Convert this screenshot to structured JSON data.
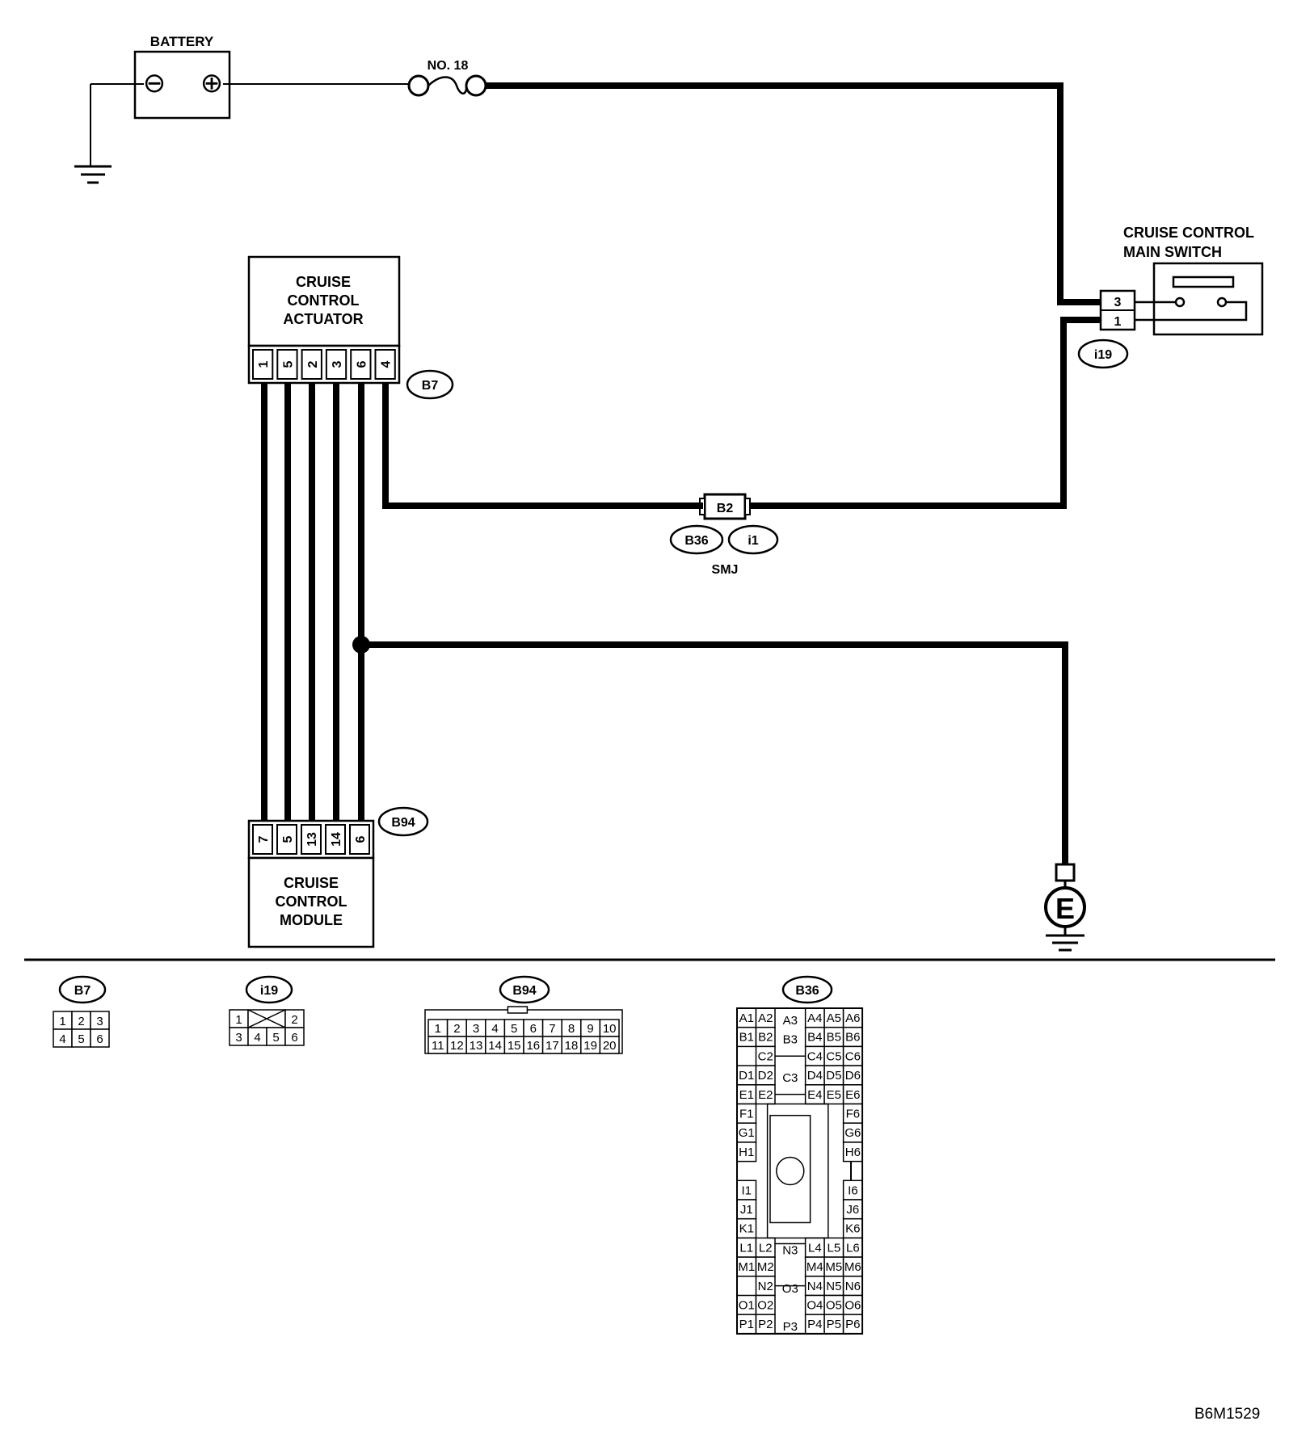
{
  "labels": {
    "battery": "BATTERY",
    "fuse": "NO. 18",
    "switch_line1": "CRUISE CONTROL",
    "switch_line2": "MAIN SWITCH",
    "actuator_line1": "CRUISE",
    "actuator_line2": "CONTROL",
    "actuator_line3": "ACTUATOR",
    "module_line1": "CRUISE",
    "module_line2": "CONTROL",
    "module_line3": "MODULE",
    "smj": "SMJ",
    "ground": "E",
    "battery_neg": "⊖",
    "battery_pos": "⊕"
  },
  "connectors": {
    "b7": "B7",
    "i19": "i19",
    "b94": "B94",
    "b36": "B36",
    "i1": "i1",
    "b2": "B2"
  },
  "actuator_pins": [
    "1",
    "5",
    "2",
    "3",
    "6",
    "4"
  ],
  "module_pins": [
    "7",
    "5",
    "13",
    "14",
    "6"
  ],
  "switch_pins": [
    "3",
    "1"
  ],
  "b7_face": {
    "top": [
      "1",
      "2",
      "3"
    ],
    "bottom": [
      "4",
      "5",
      "6"
    ]
  },
  "i19_face": {
    "top": [
      "1",
      "2"
    ],
    "bottom": [
      "3",
      "4",
      "5",
      "6"
    ]
  },
  "b94_face": {
    "top": [
      "1",
      "2",
      "3",
      "4",
      "5",
      "6",
      "7",
      "8",
      "9",
      "10"
    ],
    "bottom": [
      "11",
      "12",
      "13",
      "14",
      "15",
      "16",
      "17",
      "18",
      "19",
      "20"
    ]
  },
  "b36_face": {
    "rows": [
      {
        "left": [
          "A1",
          "A2"
        ],
        "mid": "A3",
        "right": [
          "A4",
          "A5",
          "A6"
        ]
      },
      {
        "left": [
          "B1",
          "B2"
        ],
        "mid": "B3",
        "right": [
          "B4",
          "B5",
          "B6"
        ]
      },
      {
        "left": [
          "",
          "C2"
        ],
        "mid": "",
        "right": [
          "C4",
          "C5",
          "C6"
        ]
      },
      {
        "left": [
          "D1",
          "D2"
        ],
        "mid": "C3",
        "right": [
          "D4",
          "D5",
          "D6"
        ]
      },
      {
        "left": [
          "E1",
          "E2"
        ],
        "mid": "",
        "right": [
          "E4",
          "E5",
          "E6"
        ]
      },
      {
        "left": [
          "F1"
        ],
        "mid": "",
        "right": [
          "F6"
        ]
      },
      {
        "left": [
          "G1"
        ],
        "mid": "",
        "right": [
          "G6"
        ]
      },
      {
        "left": [
          "H1"
        ],
        "mid": "",
        "right": [
          "H6"
        ]
      },
      {
        "left": [],
        "mid": "",
        "right": []
      },
      {
        "left": [
          "I1"
        ],
        "mid": "",
        "right": [
          "I6"
        ]
      },
      {
        "left": [
          "J1"
        ],
        "mid": "",
        "right": [
          "J6"
        ]
      },
      {
        "left": [
          "K1"
        ],
        "mid": "",
        "right": [
          "K6"
        ]
      },
      {
        "left": [
          "L1",
          "L2"
        ],
        "mid": "N3",
        "right": [
          "L4",
          "L5",
          "L6"
        ]
      },
      {
        "left": [
          "M1",
          "M2"
        ],
        "mid": "",
        "right": [
          "M4",
          "M5",
          "M6"
        ]
      },
      {
        "left": [
          "",
          "N2"
        ],
        "mid": "O3",
        "right": [
          "N4",
          "N5",
          "N6"
        ]
      },
      {
        "left": [
          "O1",
          "O2"
        ],
        "mid": "",
        "right": [
          "O4",
          "O5",
          "O6"
        ]
      },
      {
        "left": [
          "P1",
          "P2"
        ],
        "mid": "P3",
        "right": [
          "P4",
          "P5",
          "P6"
        ]
      }
    ]
  },
  "figure_id": "B6M1529"
}
